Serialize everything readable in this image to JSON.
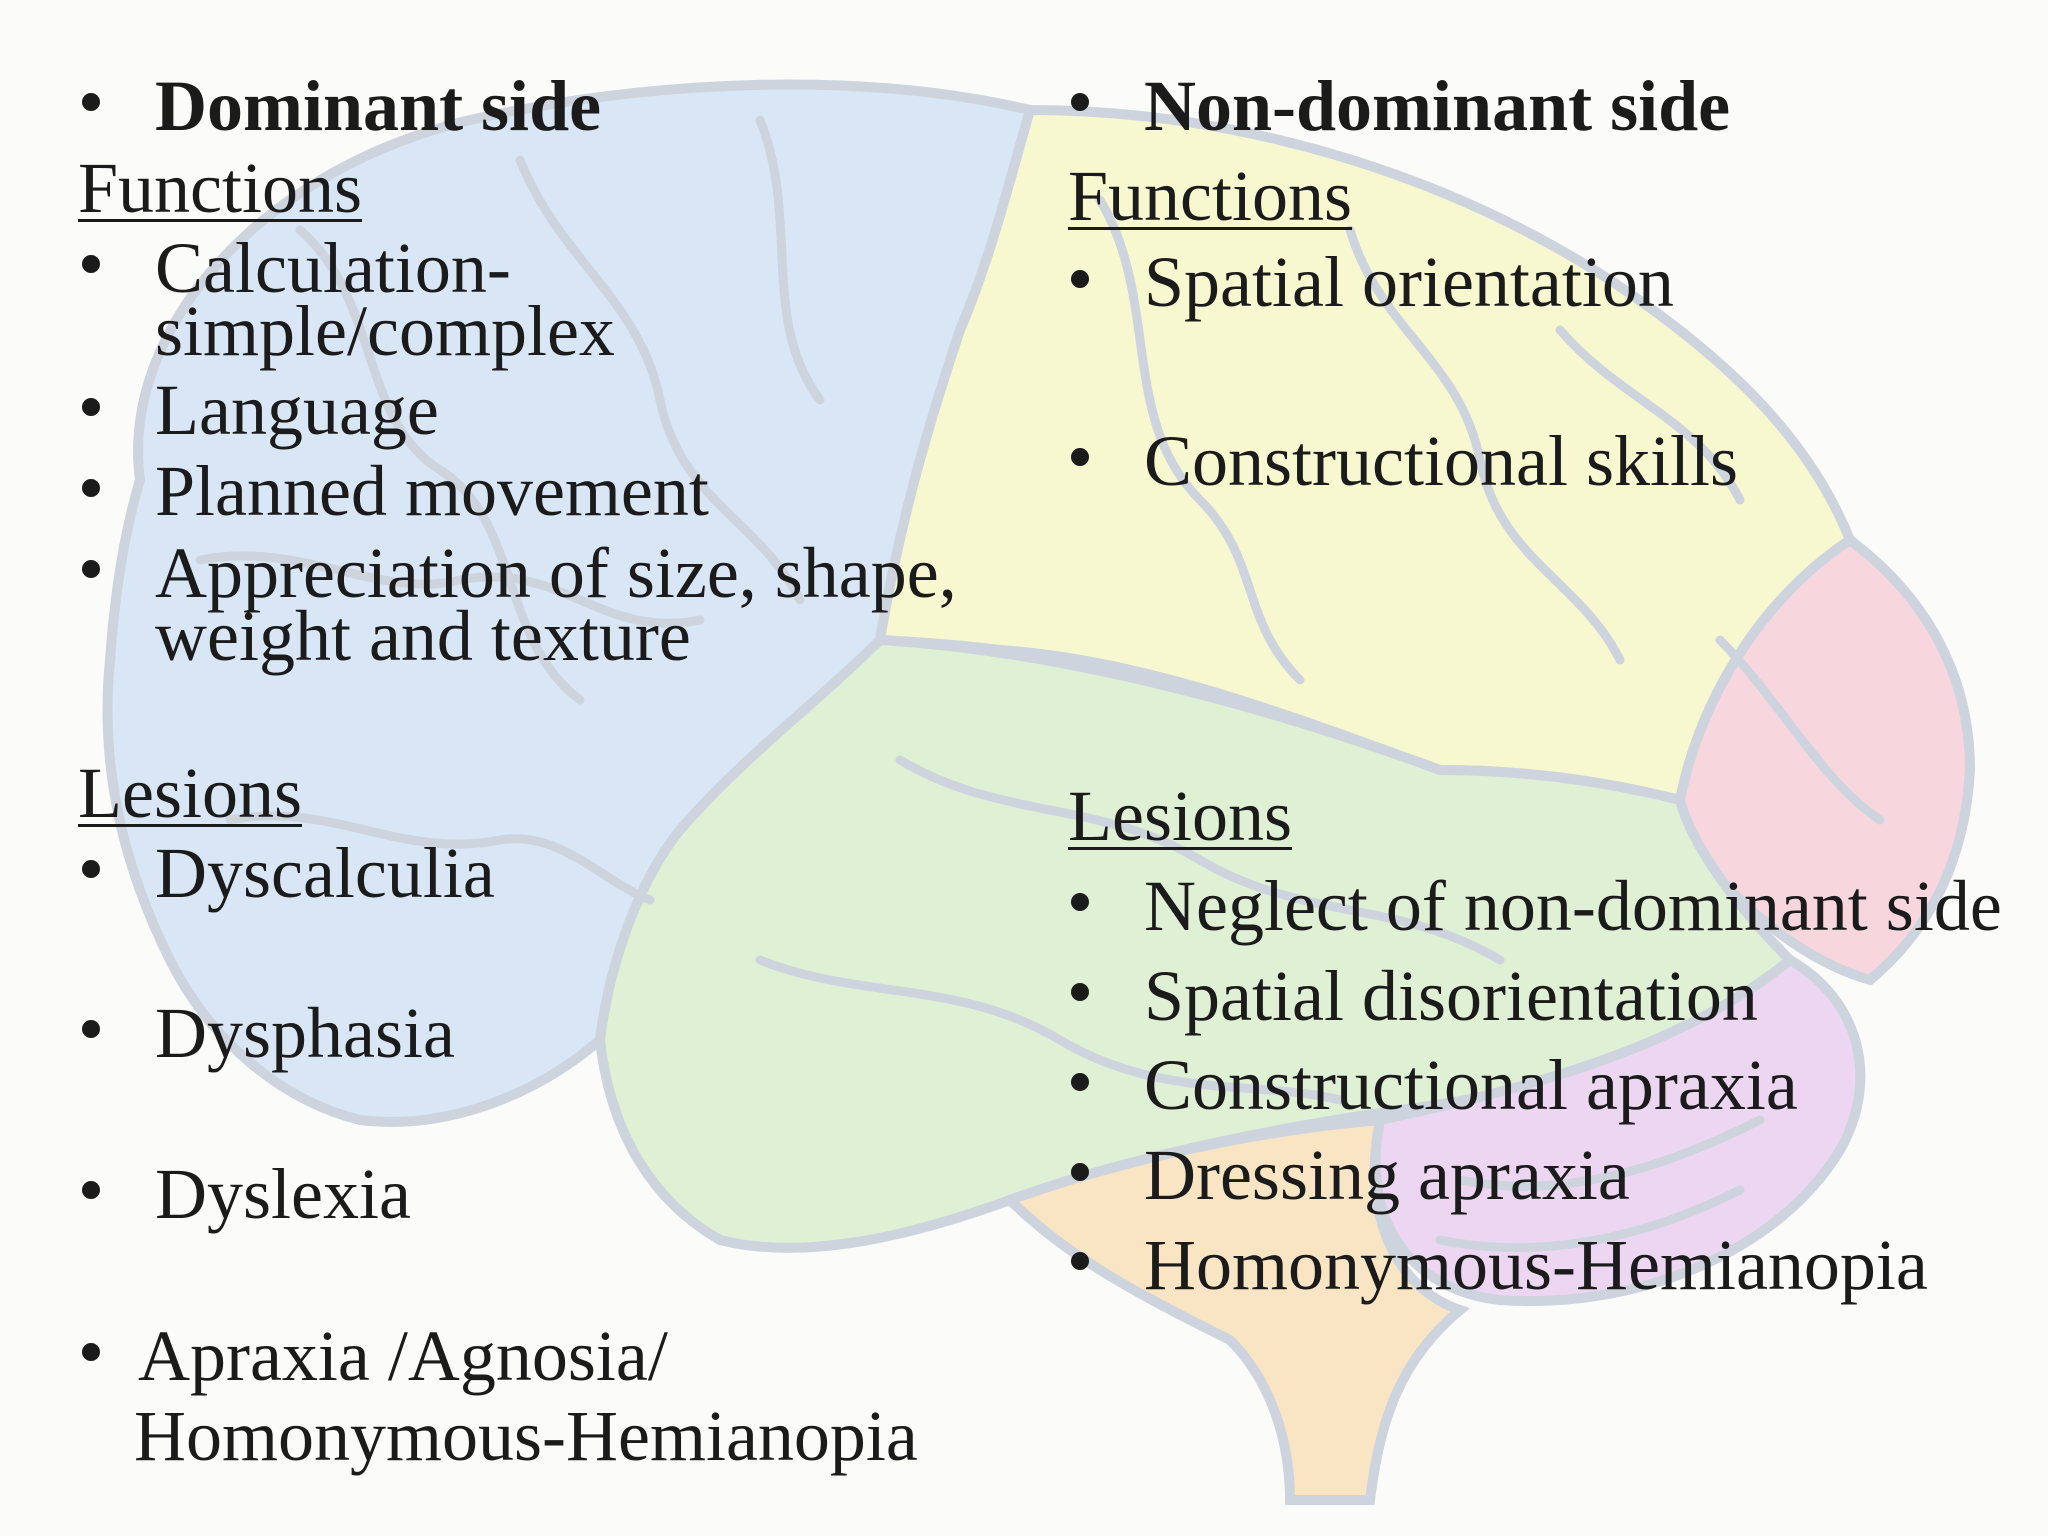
{
  "left": {
    "heading": "Dominant side",
    "functions_label": "Functions",
    "functions": [
      [
        "Calculation-",
        "simple/complex"
      ],
      [
        "Language"
      ],
      [
        "Planned movement"
      ],
      [
        "Appreciation of  size, shape,",
        "weight and texture"
      ]
    ],
    "lesions_label": "Lesions",
    "lesions": [
      [
        "Dyscalculia"
      ],
      [
        "Dysphasia"
      ],
      [
        "Dyslexia"
      ],
      [
        " Apraxia /Agnosia/",
        "Homonymous-Hemianopia"
      ]
    ]
  },
  "right": {
    "heading": "Non-dominant side",
    "functions_label": "Functions",
    "functions": [
      "Spatial orientation",
      "Constructional skills"
    ],
    "lesions_label": "Lesions",
    "lesions": [
      "Neglect of  non-dominant side",
      "Spatial disorientation",
      "Constructional apraxia",
      "Dressing apraxia",
      "Homonymous-Hemianopia"
    ]
  },
  "colors": {
    "frontal": "#bcd6f2",
    "parietal": "#f5f5b0",
    "temporal": "#c9e8b8",
    "occipital": "#f5b9c9",
    "brainstem": "#f8d49a",
    "cerebellum": "#e3b9ec",
    "outline": "#a9b6c8"
  }
}
